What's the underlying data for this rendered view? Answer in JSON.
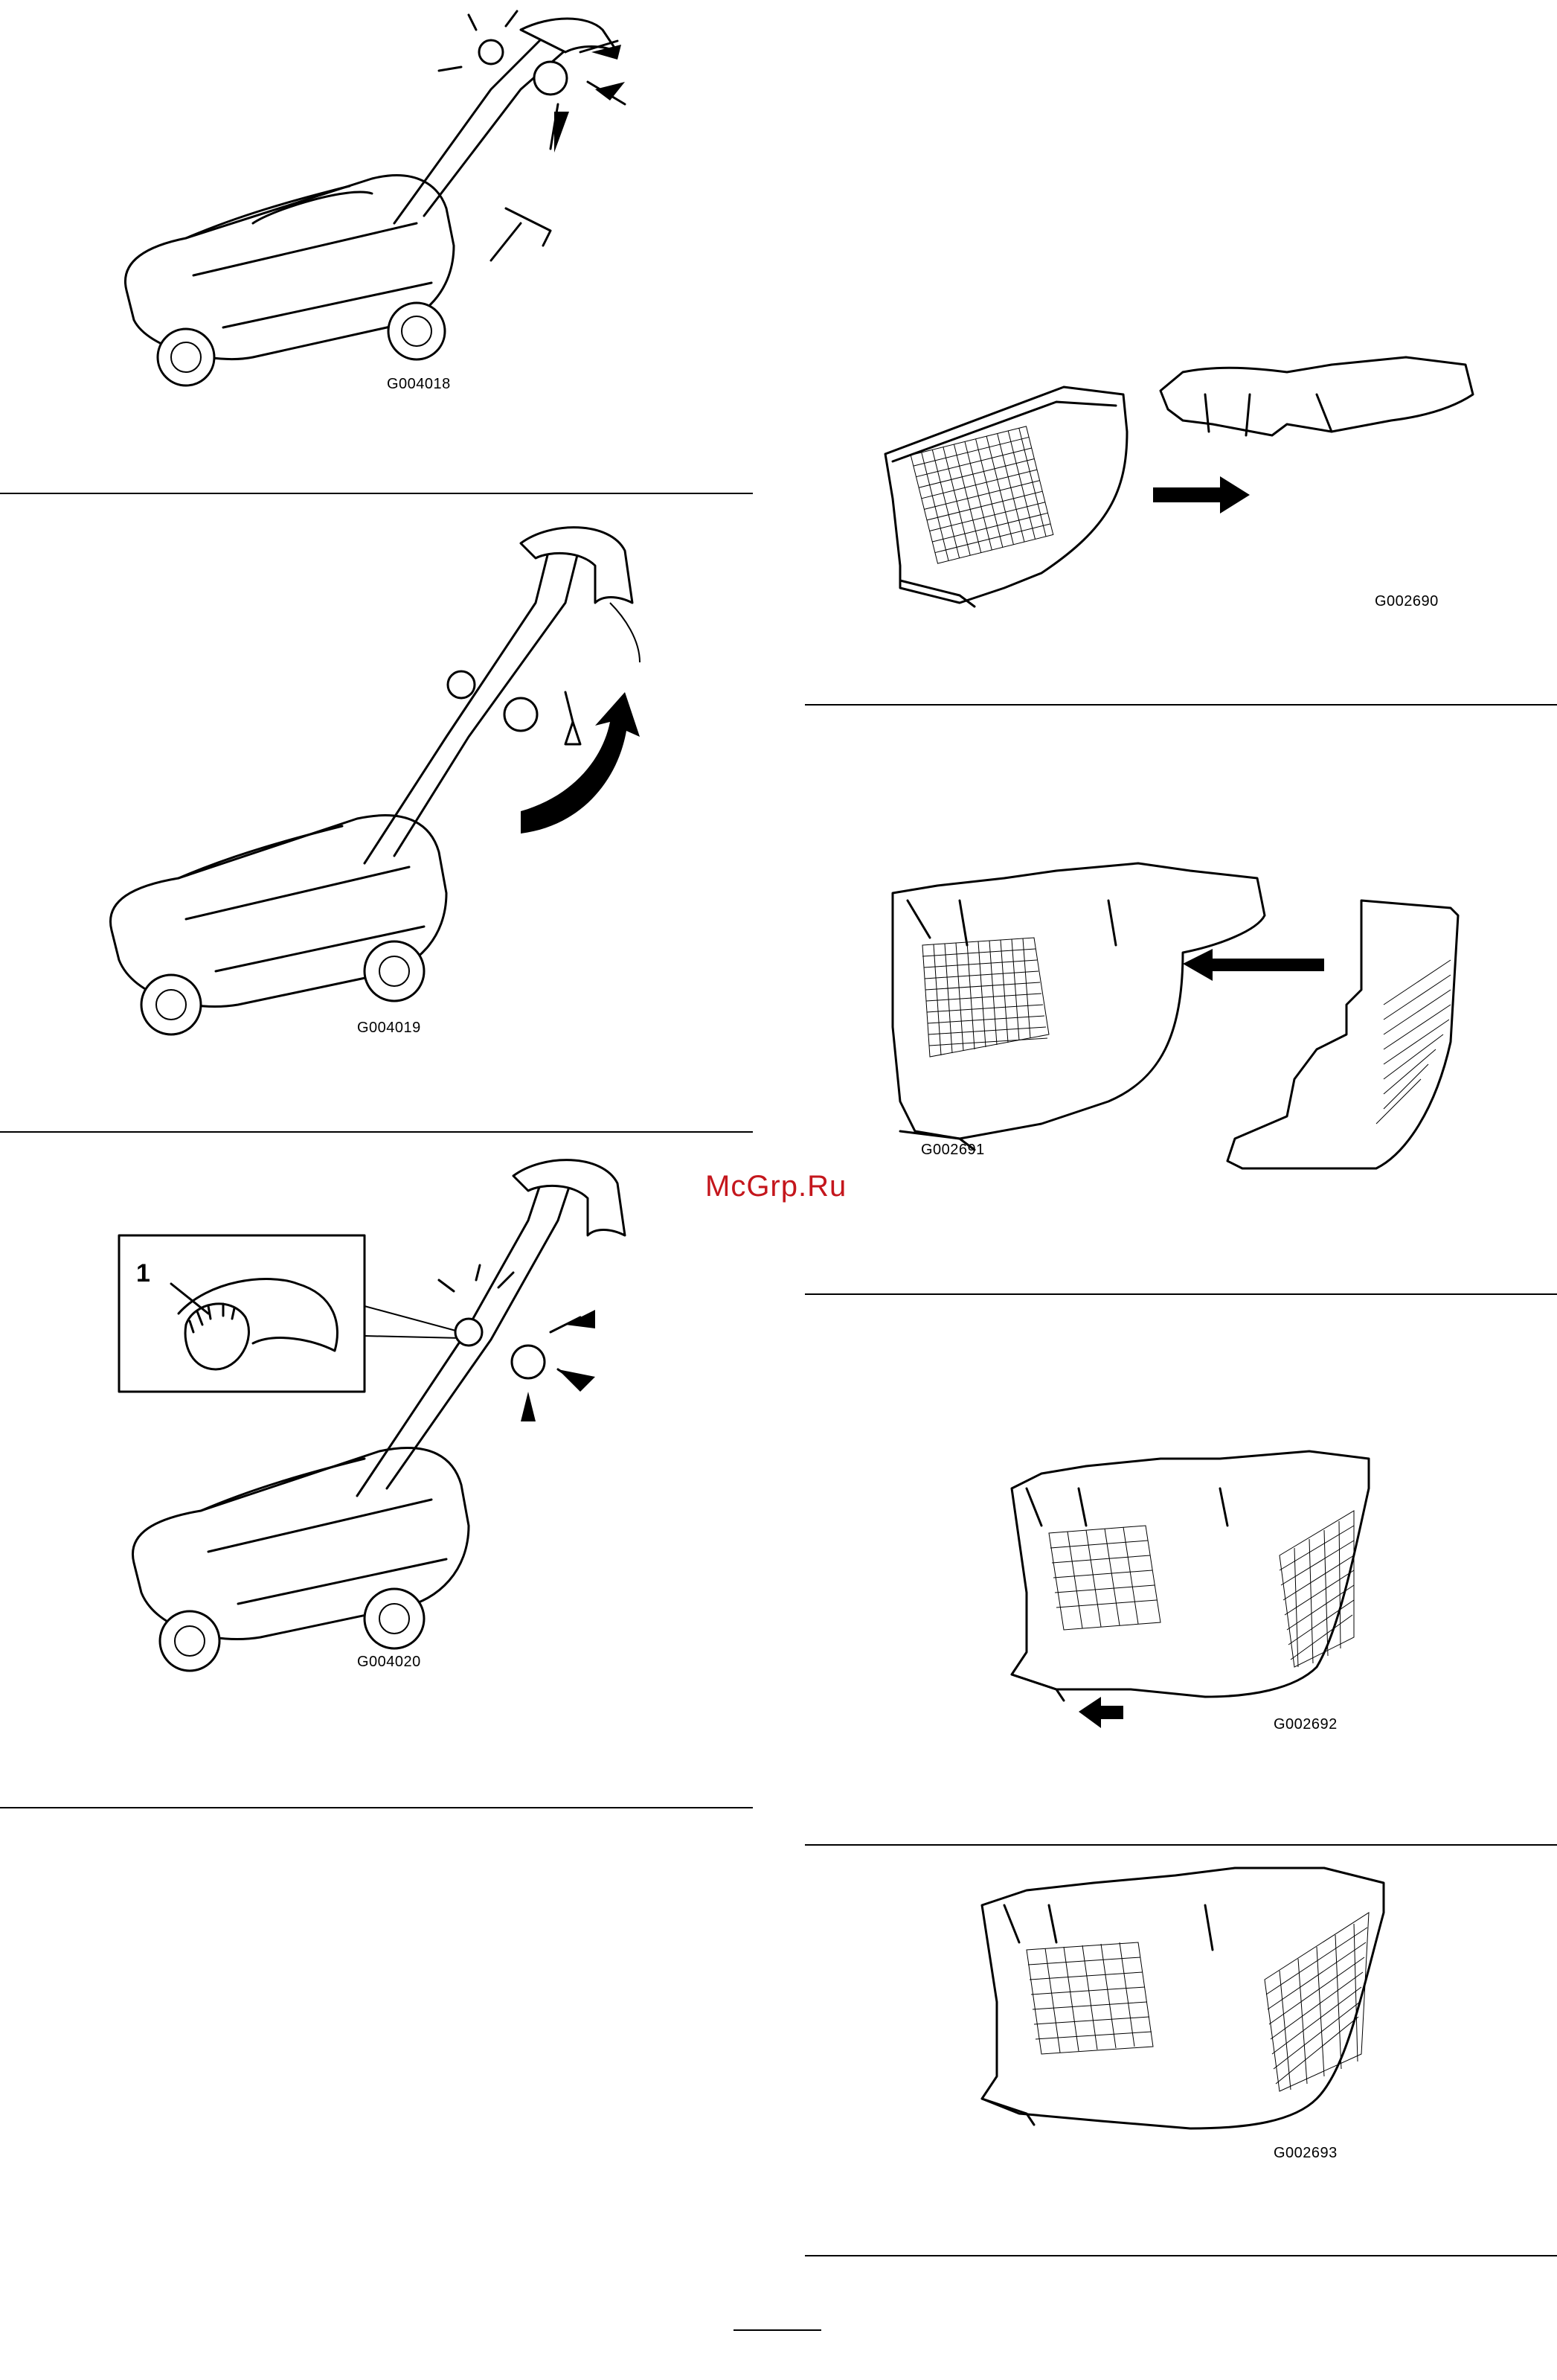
{
  "document": {
    "figures": [
      {
        "id": "G004018"
      },
      {
        "id": "G004019"
      },
      {
        "id": "G004020",
        "callout": "1"
      },
      {
        "id": "G002690"
      },
      {
        "id": "G002691"
      },
      {
        "id": "G002692"
      },
      {
        "id": "G002693"
      }
    ],
    "watermark": "McGrp.Ru",
    "colors": {
      "watermark": "#c4161c",
      "line": "#000000",
      "background": "#ffffff"
    }
  }
}
